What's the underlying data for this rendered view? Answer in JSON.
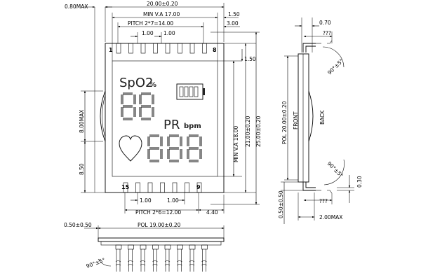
{
  "dimensions": {
    "max_thickness": "0.80MAX",
    "overall_width": "20.00±0.20",
    "min_va_width": "MIN V.A 17.00",
    "edge_gap_right": "1.50",
    "pitch_top": "PITCH 2*7=14.00",
    "edge_gap_top_right": "3.00",
    "pin_width_left": "1.00",
    "pin_width_mid": "1.00",
    "va_offset_right": "1.50",
    "overall_height": "25.00±0.20",
    "glass_height": "21.00±0.20",
    "min_va_height": "MIN V.A 18.00",
    "left_height_max": "8.00MAX",
    "left_offset": "8.50",
    "bottom_pin_width_left": "1.00",
    "bottom_pin_width_right": "1.00",
    "pitch_bottom": "PITCH 2*6=12.00",
    "bottom_gap_right": "4.40",
    "bottom_left_offset": "0.50±0.50",
    "pol_width": "POL 19.00±0.20",
    "bend_angle_bottom": "90°±5°",
    "side_top_thickness": "0.70",
    "side_unknown_top": "???",
    "side_bend_angle_top": "90°±5°",
    "pol_height": "POL 20.00±0.20",
    "front_label": "FRONT",
    "back_label": "BACK",
    "side_bend_angle_bottom": "90°±5°",
    "side_gap": "0.30",
    "side_unknown_bottom": "???",
    "side_bottom_offset": "0.50±0.50",
    "side_max_thickness": "2.00MAX"
  },
  "pins": {
    "top_first": "1",
    "top_last": "8",
    "bottom_first": "15",
    "bottom_last": "9"
  },
  "lcd": {
    "spo2": "SpO2",
    "percent": "%",
    "pr": "PR",
    "bpm": "bpm"
  }
}
